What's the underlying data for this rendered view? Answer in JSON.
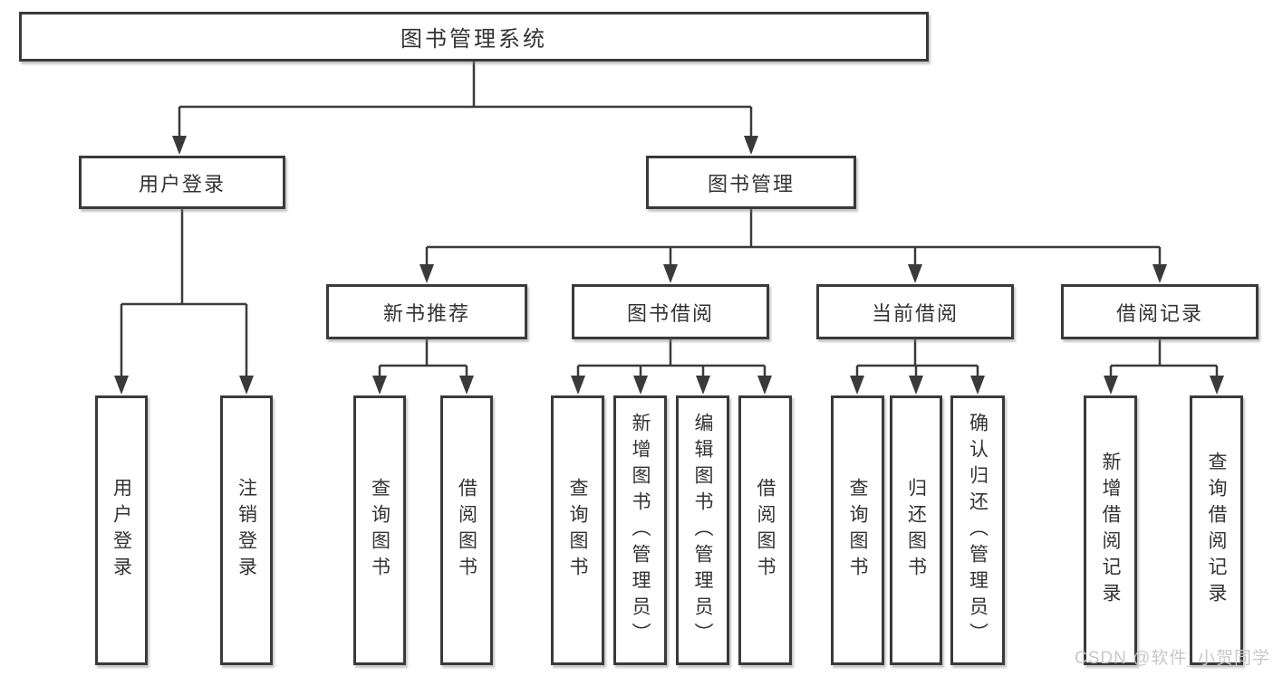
{
  "diagram": {
    "title": "图书管理系统",
    "branches": {
      "user_login": {
        "label": "用户登录",
        "children": [
          "用户登录",
          "注销登录"
        ]
      },
      "book_management": {
        "label": "图书管理",
        "sections": {
          "new_book_recommend": {
            "label": "新书推荐",
            "children": [
              "查询图书",
              "借阅图书"
            ]
          },
          "book_borrowing": {
            "label": "图书借阅",
            "children": [
              "查询图书",
              "新增图书（管理员）",
              "编辑图书（管理员）",
              "借阅图书"
            ]
          },
          "current_borrowing": {
            "label": "当前借阅",
            "children": [
              "查询图书",
              "归还图书",
              "确认归还（管理员）"
            ]
          },
          "borrowing_records": {
            "label": "借阅记录",
            "children": [
              "新增借阅记录",
              "查询借阅记录"
            ]
          }
        }
      }
    }
  },
  "watermark": {
    "text": "CSDN @软件_小贺同学"
  },
  "colors": {
    "line": "#3a3a3a",
    "box_border": "#3a3a3a",
    "box_background": "#ffffff",
    "text": "#333333",
    "watermark": "#c8c8c8"
  }
}
